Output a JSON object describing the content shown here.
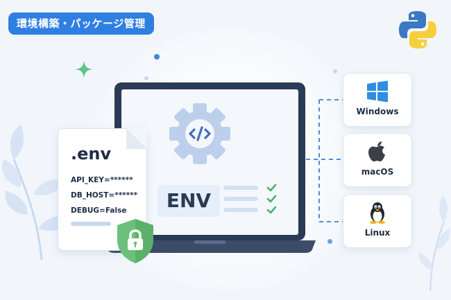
{
  "header": {
    "title": "環境構築・パッケージ管理"
  },
  "env_file": {
    "filename": ".env",
    "lines": [
      "API_KEY=******",
      "DB_HOST=******",
      "DEBUG=False"
    ]
  },
  "screen": {
    "label": "ENV"
  },
  "os_list": [
    {
      "name": "Windows",
      "icon": "windows-icon"
    },
    {
      "name": "macOS",
      "icon": "apple-icon"
    },
    {
      "name": "Linux",
      "icon": "linux-penguin-icon"
    }
  ],
  "colors": {
    "accent": "#2f7fe3",
    "laptop_frame": "#2b3a55",
    "check_green": "#4caf6a",
    "shield_green": "#6cc07a",
    "gear_blue": "#bcd0ec"
  }
}
